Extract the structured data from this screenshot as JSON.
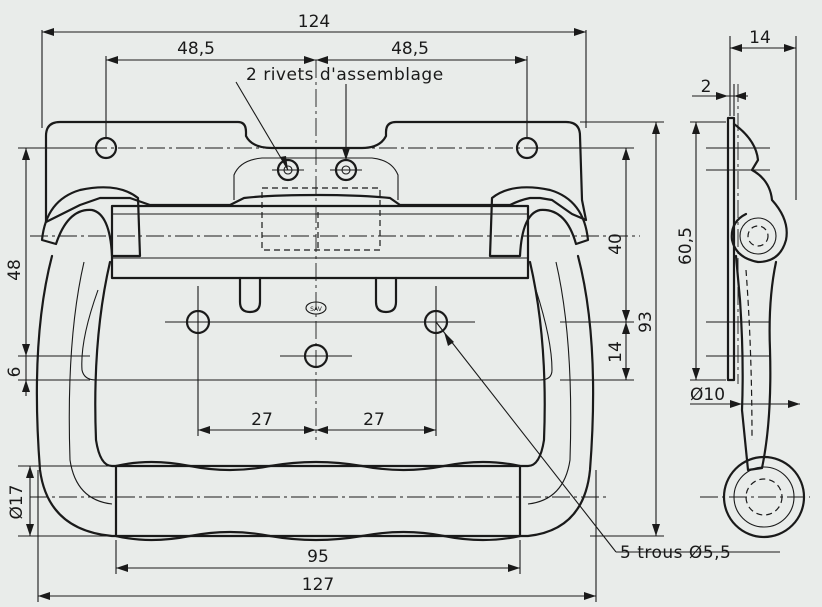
{
  "drawing": {
    "dimensions": {
      "overall_plate_width": "124",
      "left_hole_offset": "48,5",
      "right_hole_offset": "48,5",
      "side_depth": "14",
      "plate_thickness": "2",
      "height_48": "48",
      "height_6": "6",
      "height_40": "40",
      "height_14": "14",
      "overall_height": "93",
      "side_height": "60,5",
      "lower_hole_left": "27",
      "lower_hole_right": "27",
      "grip_diameter": "Ø17",
      "pivot_diameter": "Ø10",
      "grip_length": "95",
      "overall_handle_width": "127"
    },
    "notes": {
      "rivets": "2 rivets d'assemblage",
      "holes": "5 trous Ø5,5"
    },
    "logo": "SAV"
  }
}
